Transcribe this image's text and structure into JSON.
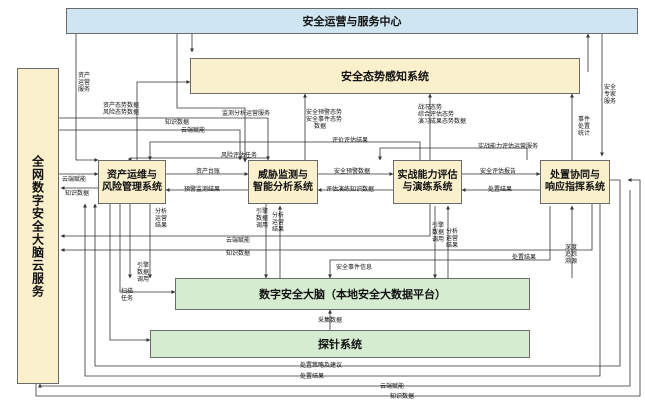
{
  "nodes": {
    "center": "安全运营与服务中心",
    "awareness": "安全态势感知系统",
    "brain_left": "全网数字安全大脑云服务",
    "asset": [
      "资产运维与",
      "风险管理系统"
    ],
    "threat": [
      "威胁监测与",
      "智能分析系统"
    ],
    "combat": [
      "实战能力评估",
      "与演练系统"
    ],
    "response": [
      "处置协同与",
      "响应指挥系统"
    ],
    "digital_brain": "数字安全大脑（本地安全大数据平台）",
    "probe": "探针系统"
  },
  "edge_labels": {
    "asset_ops": [
      "资产",
      "运营",
      "服务"
    ],
    "asset_threat_data": [
      "资产态势数据",
      "风险态势数据"
    ],
    "knowledge_data_top": "知识数据",
    "cloud_enable_top": "云端赋能",
    "monitor_ops": "监测分析运营服务",
    "threat_to_awareness": [
      "安全预警态势",
      "安全事件态势",
      "数据"
    ],
    "combat_to_awareness": [
      "战况态势",
      "综合评估态势",
      "演习成果态势数据"
    ],
    "eval_result": "评价评估结果",
    "risk_task": "风险评估任务",
    "combat_ops": "实战能力评估运营服务",
    "event_stat": [
      "事件",
      "处置",
      "统计"
    ],
    "expert_service": [
      "安全",
      "专家",
      "服务"
    ],
    "cloud_enable_left": "云端赋能",
    "knowledge_left": "知识数据",
    "asset_ledger": "资产台账",
    "warning_result": "预警监测结果",
    "warning_data": "安全预警数据",
    "eval_knowledge": "评估演练知识数据",
    "eval_report": "安全评估报告",
    "response_result": "处置结果",
    "analysis_op_asset": [
      "分析",
      "运营",
      "结果"
    ],
    "engine_call_threat": [
      "引擎",
      "数据",
      "调用"
    ],
    "analysis_op_threat": [
      "分析",
      "运营",
      "结果"
    ],
    "engine_call_combat": [
      "引擎",
      "数据",
      "调用"
    ],
    "analysis_op_combat": [
      "分析",
      "运营",
      "结果"
    ],
    "cloud_enable_mid": "云端赋能",
    "knowledge_mid": "知识数据",
    "response_result_mid": "处置结果",
    "deep_trace": [
      "深度",
      "追踪",
      "溯源"
    ],
    "security_event": "安全事件信息",
    "engine_call_asset": [
      "引擎",
      "数据",
      "调用"
    ],
    "scan_task": [
      "扫描",
      "任务"
    ],
    "collect_data": "采集数据",
    "policy_advice": "处置策略及建议",
    "response_result_bottom": "处置结果",
    "cloud_enable_bottom": "云端赋能",
    "knowledge_bottom": "知识数据"
  },
  "colors": {
    "blue_fill": "#cfe6f2",
    "cream_fill": "#fbf0cc",
    "green_fill": "#d6ecd1",
    "border": "#6b6b6b",
    "line": "#333333"
  }
}
